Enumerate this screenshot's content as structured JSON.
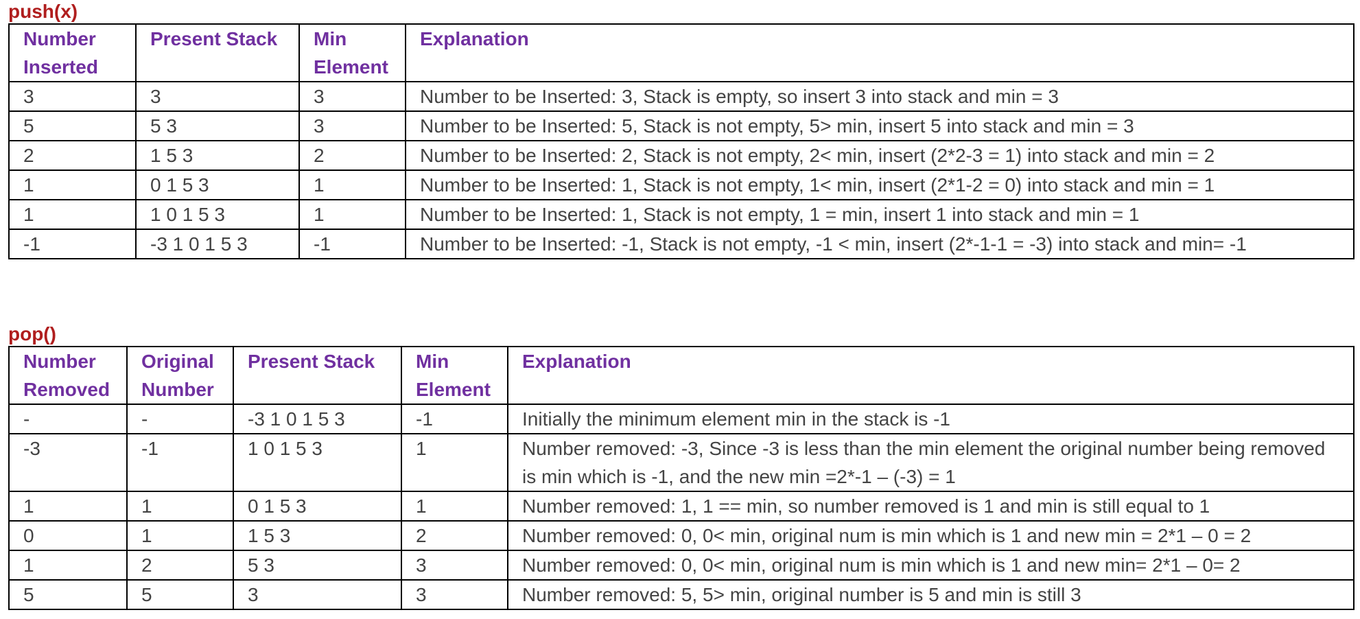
{
  "push": {
    "title": "push(x)",
    "headers": [
      "Number Inserted",
      "Present Stack",
      "Min Element",
      "Explanation"
    ],
    "rows": [
      [
        "3",
        "3",
        "3",
        "Number to be Inserted: 3, Stack is empty, so insert 3 into stack and min = 3"
      ],
      [
        "5",
        "5 3",
        "3",
        "Number to be Inserted: 5, Stack is not empty, 5> min, insert 5 into stack and min = 3"
      ],
      [
        "2",
        "1 5 3",
        "2",
        "Number to be Inserted: 2, Stack is not empty, 2< min, insert (2*2-3 = 1) into stack and min = 2"
      ],
      [
        "1",
        "0 1 5 3",
        "1",
        "Number to be Inserted: 1, Stack is not empty, 1< min, insert (2*1-2 = 0) into stack and min = 1"
      ],
      [
        "1",
        "1 0 1 5 3",
        "1",
        "Number to be Inserted: 1, Stack is not empty, 1 = min, insert 1 into stack and min = 1"
      ],
      [
        "-1",
        "-3 1 0 1 5 3",
        "-1",
        "Number to be Inserted: -1, Stack is not empty, -1 < min, insert (2*-1-1 = -3) into stack and min= -1"
      ]
    ]
  },
  "pop": {
    "title": "pop()",
    "headers": [
      "Number Removed",
      "Original Number",
      "Present Stack",
      "Min Element",
      "Explanation"
    ],
    "rows": [
      [
        "-",
        "-",
        "-3 1 0 1 5 3",
        "-1",
        "Initially the minimum element min in the stack is -1"
      ],
      [
        "-3",
        "-1",
        "1 0 1 5 3",
        "1",
        "Number removed: -3, Since -3 is less than the min element the original number being removed is min which is -1, and the new min =2*-1 – (-3) = 1"
      ],
      [
        "1",
        "1",
        "0 1 5 3",
        "1",
        "Number removed: 1, 1 == min, so number removed is 1 and min is still equal to 1"
      ],
      [
        "0",
        "1",
        "1 5 3",
        "2",
        "Number removed: 0, 0< min, original num is min which is 1 and new min = 2*1 – 0 = 2"
      ],
      [
        "1",
        "2",
        "5 3",
        "3",
        "Number removed: 0, 0< min, original num is min which is 1 and new min= 2*1 – 0= 2"
      ],
      [
        "5",
        "5",
        "3",
        "3",
        "Number removed: 5, 5> min, original number is 5 and min is still 3"
      ]
    ]
  }
}
